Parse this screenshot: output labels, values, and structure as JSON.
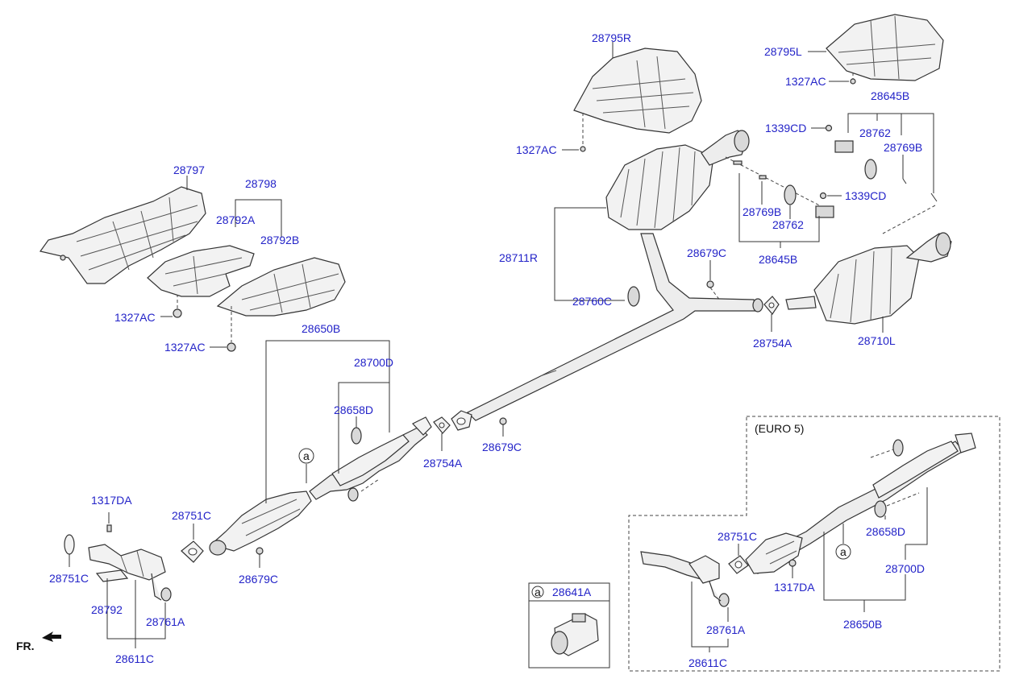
{
  "colors": {
    "label": "#2323c8",
    "line": "#333333",
    "part_fill": "#f2f2f2",
    "shade": "#d9d9d9"
  },
  "labels": {
    "l28795R": "28795R",
    "l28795L": "28795L",
    "l1327AC_top_r": "1327AC",
    "l1327AC_mid": "1327AC",
    "l28645B_top": "28645B",
    "l1339CD_top": "1339CD",
    "l28762_top": "28762",
    "l28769B_top": "28769B",
    "l28797": "28797",
    "l28798": "28798",
    "l28792A": "28792A",
    "l28792B": "28792B",
    "l1327AC_l1": "1327AC",
    "l1327AC_l2": "1327AC",
    "l28711R": "28711R",
    "l28760C": "28760C",
    "l28679C_mid": "28679C",
    "l28769B_bot": "28769B",
    "l28762_bot": "28762",
    "l28645B_bot": "28645B",
    "l1339CD_bot": "1339CD",
    "l28754A_right": "28754A",
    "l28710L": "28710L",
    "l28650B": "28650B",
    "l28700D": "28700D",
    "l28658D": "28658D",
    "l28754A_mid": "28754A",
    "l28679C_c": "28679C",
    "l1317DA_left": "1317DA",
    "l28751C_left": "28751C",
    "l28751C_c": "28751C",
    "l28679C_low": "28679C",
    "l28792_low": "28792",
    "l28761A_left": "28761A",
    "l28611C_left": "28611C",
    "fr": "FR.",
    "circle_a_main": "a",
    "circle_a_box": "a",
    "circle_a_euro": "a",
    "l28641A": "28641A",
    "euro5": "(EURO 5)",
    "l28751C_euro": "28751C",
    "l1317DA_euro": "1317DA",
    "l28658D_euro": "28658D",
    "l28700D_euro": "28700D",
    "l28761A_euro": "28761A",
    "l28650B_euro": "28650B",
    "l28611C_euro": "28611C"
  }
}
